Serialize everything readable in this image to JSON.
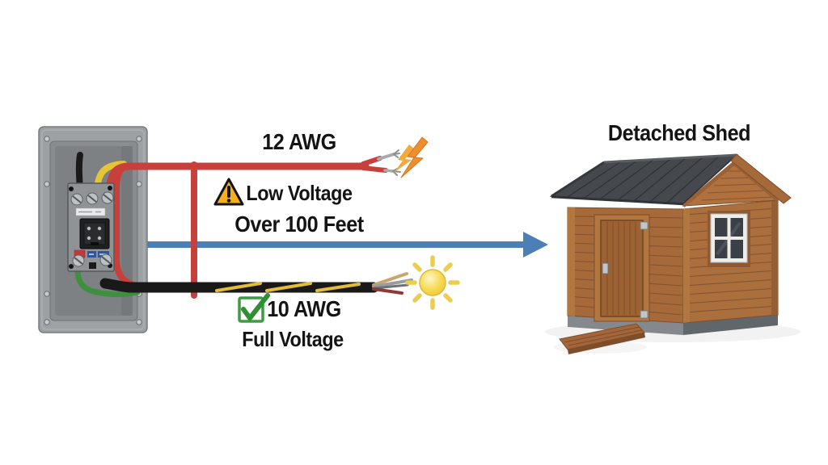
{
  "diagram": {
    "title_context": "Wire gauge over distance to detached shed",
    "top_run": {
      "gauge": "12 AWG",
      "status": "Low Voltage",
      "result_icon": "spark-icon",
      "status_icon": "warning-triangle-icon"
    },
    "distance": "Over 100 Feet",
    "bottom_run": {
      "gauge": "10 AWG",
      "status": "Full Voltage",
      "result_icon": "sun-icon",
      "status_icon": "checkmark-icon"
    },
    "shed": {
      "label": "Detached Shed"
    },
    "panel": {
      "name": "breaker-panel"
    },
    "colors": {
      "wire_red": "#C8403C",
      "wire_yellow": "#E5C435",
      "wire_green": "#3E8F3E",
      "cable_black": "#191919",
      "cable_stripe_yellow": "#E2BE3A",
      "arrow_blue": "#4C7FB5",
      "warning_yellow": "#F6B01E",
      "check_green": "#3E9B41",
      "spark_orange": "#EE8E2E",
      "sun_yellow": "#F3CF3F",
      "panel_gray": "#9EA1A4",
      "shed_wood": "#A96B3B",
      "roof_gray": "#45484C",
      "text_black": "#141414"
    }
  }
}
